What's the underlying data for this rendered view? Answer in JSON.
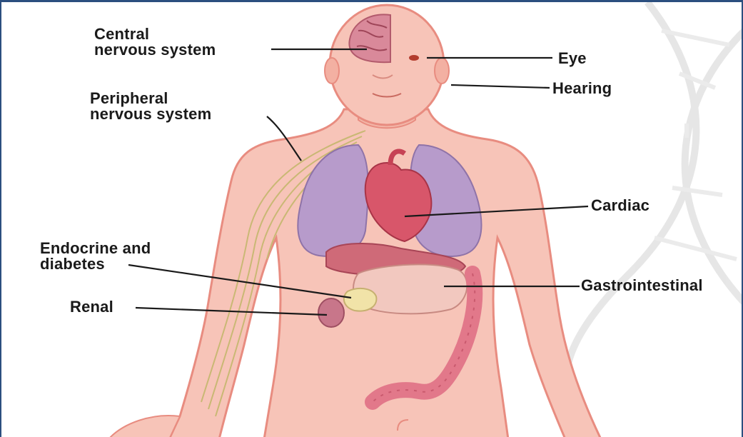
{
  "colors": {
    "frame": "#2b4f7f",
    "skin": "#f7c4b8",
    "skin_edge": "#e88c80",
    "lung": "#b79bcb",
    "heart": "#d8566a",
    "gut": "#e2788a",
    "brain": "#d9899a",
    "nerve": "#c9b874",
    "leader": "#1a1a1a"
  },
  "labels": {
    "cns": {
      "line1": "Central",
      "line2": "nervous system"
    },
    "pns": {
      "line1": "Peripheral",
      "line2": "nervous system"
    },
    "eye": "Eye",
    "hearing": "Hearing",
    "cardiac": "Cardiac",
    "endocrine": {
      "line1": "Endocrine and",
      "line2": "diabetes"
    },
    "renal": "Renal",
    "gi": "Gastrointestinal"
  }
}
